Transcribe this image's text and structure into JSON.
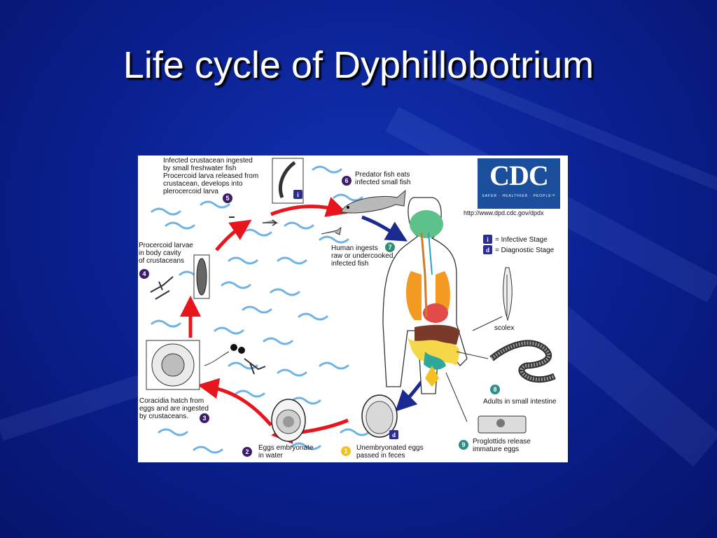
{
  "slide": {
    "title": "Life cycle of Dyphillobotrium"
  },
  "diagram": {
    "logo": {
      "text": "CDC",
      "tagline": "SAFER · HEALTHIER · PEOPLE™"
    },
    "url": "http://www.dpd.cdc.gov/dpdx",
    "legend": {
      "infective_symbol": "i",
      "infective": "= Infective Stage",
      "diagnostic_symbol": "d",
      "diagnostic": "= Diagnostic Stage"
    },
    "stages": [
      {
        "num": "1",
        "text": "Unembryonated eggs\npassed in feces"
      },
      {
        "num": "2",
        "text": "Eggs embryonate\nin water"
      },
      {
        "num": "3",
        "text": "Coracidia hatch from\neggs and are ingested\nby crustaceans."
      },
      {
        "num": "4",
        "text": "Procercoid larvae\nin body cavity\nof crustaceans"
      },
      {
        "num": "5",
        "text": "Infected crustacean ingested\nby small freshwater fish\nProcercoid larva released from\ncrustacean, develops into\nplerocercoid larva"
      },
      {
        "num": "6",
        "text": "Predator fish eats\ninfected small fish"
      },
      {
        "num": "7",
        "text": "Human ingests\nraw or undercooked,\ninfected fish"
      },
      {
        "num": "8",
        "text": "Adults in small intestine"
      },
      {
        "num": "9",
        "text": "Proglottids release\nimmature eggs"
      }
    ],
    "scolex_label": "scolex",
    "colors": {
      "cycle_arrow": "#e8161c",
      "human_arrow": "#1b2a8f",
      "water": "#6fb3e6"
    }
  }
}
